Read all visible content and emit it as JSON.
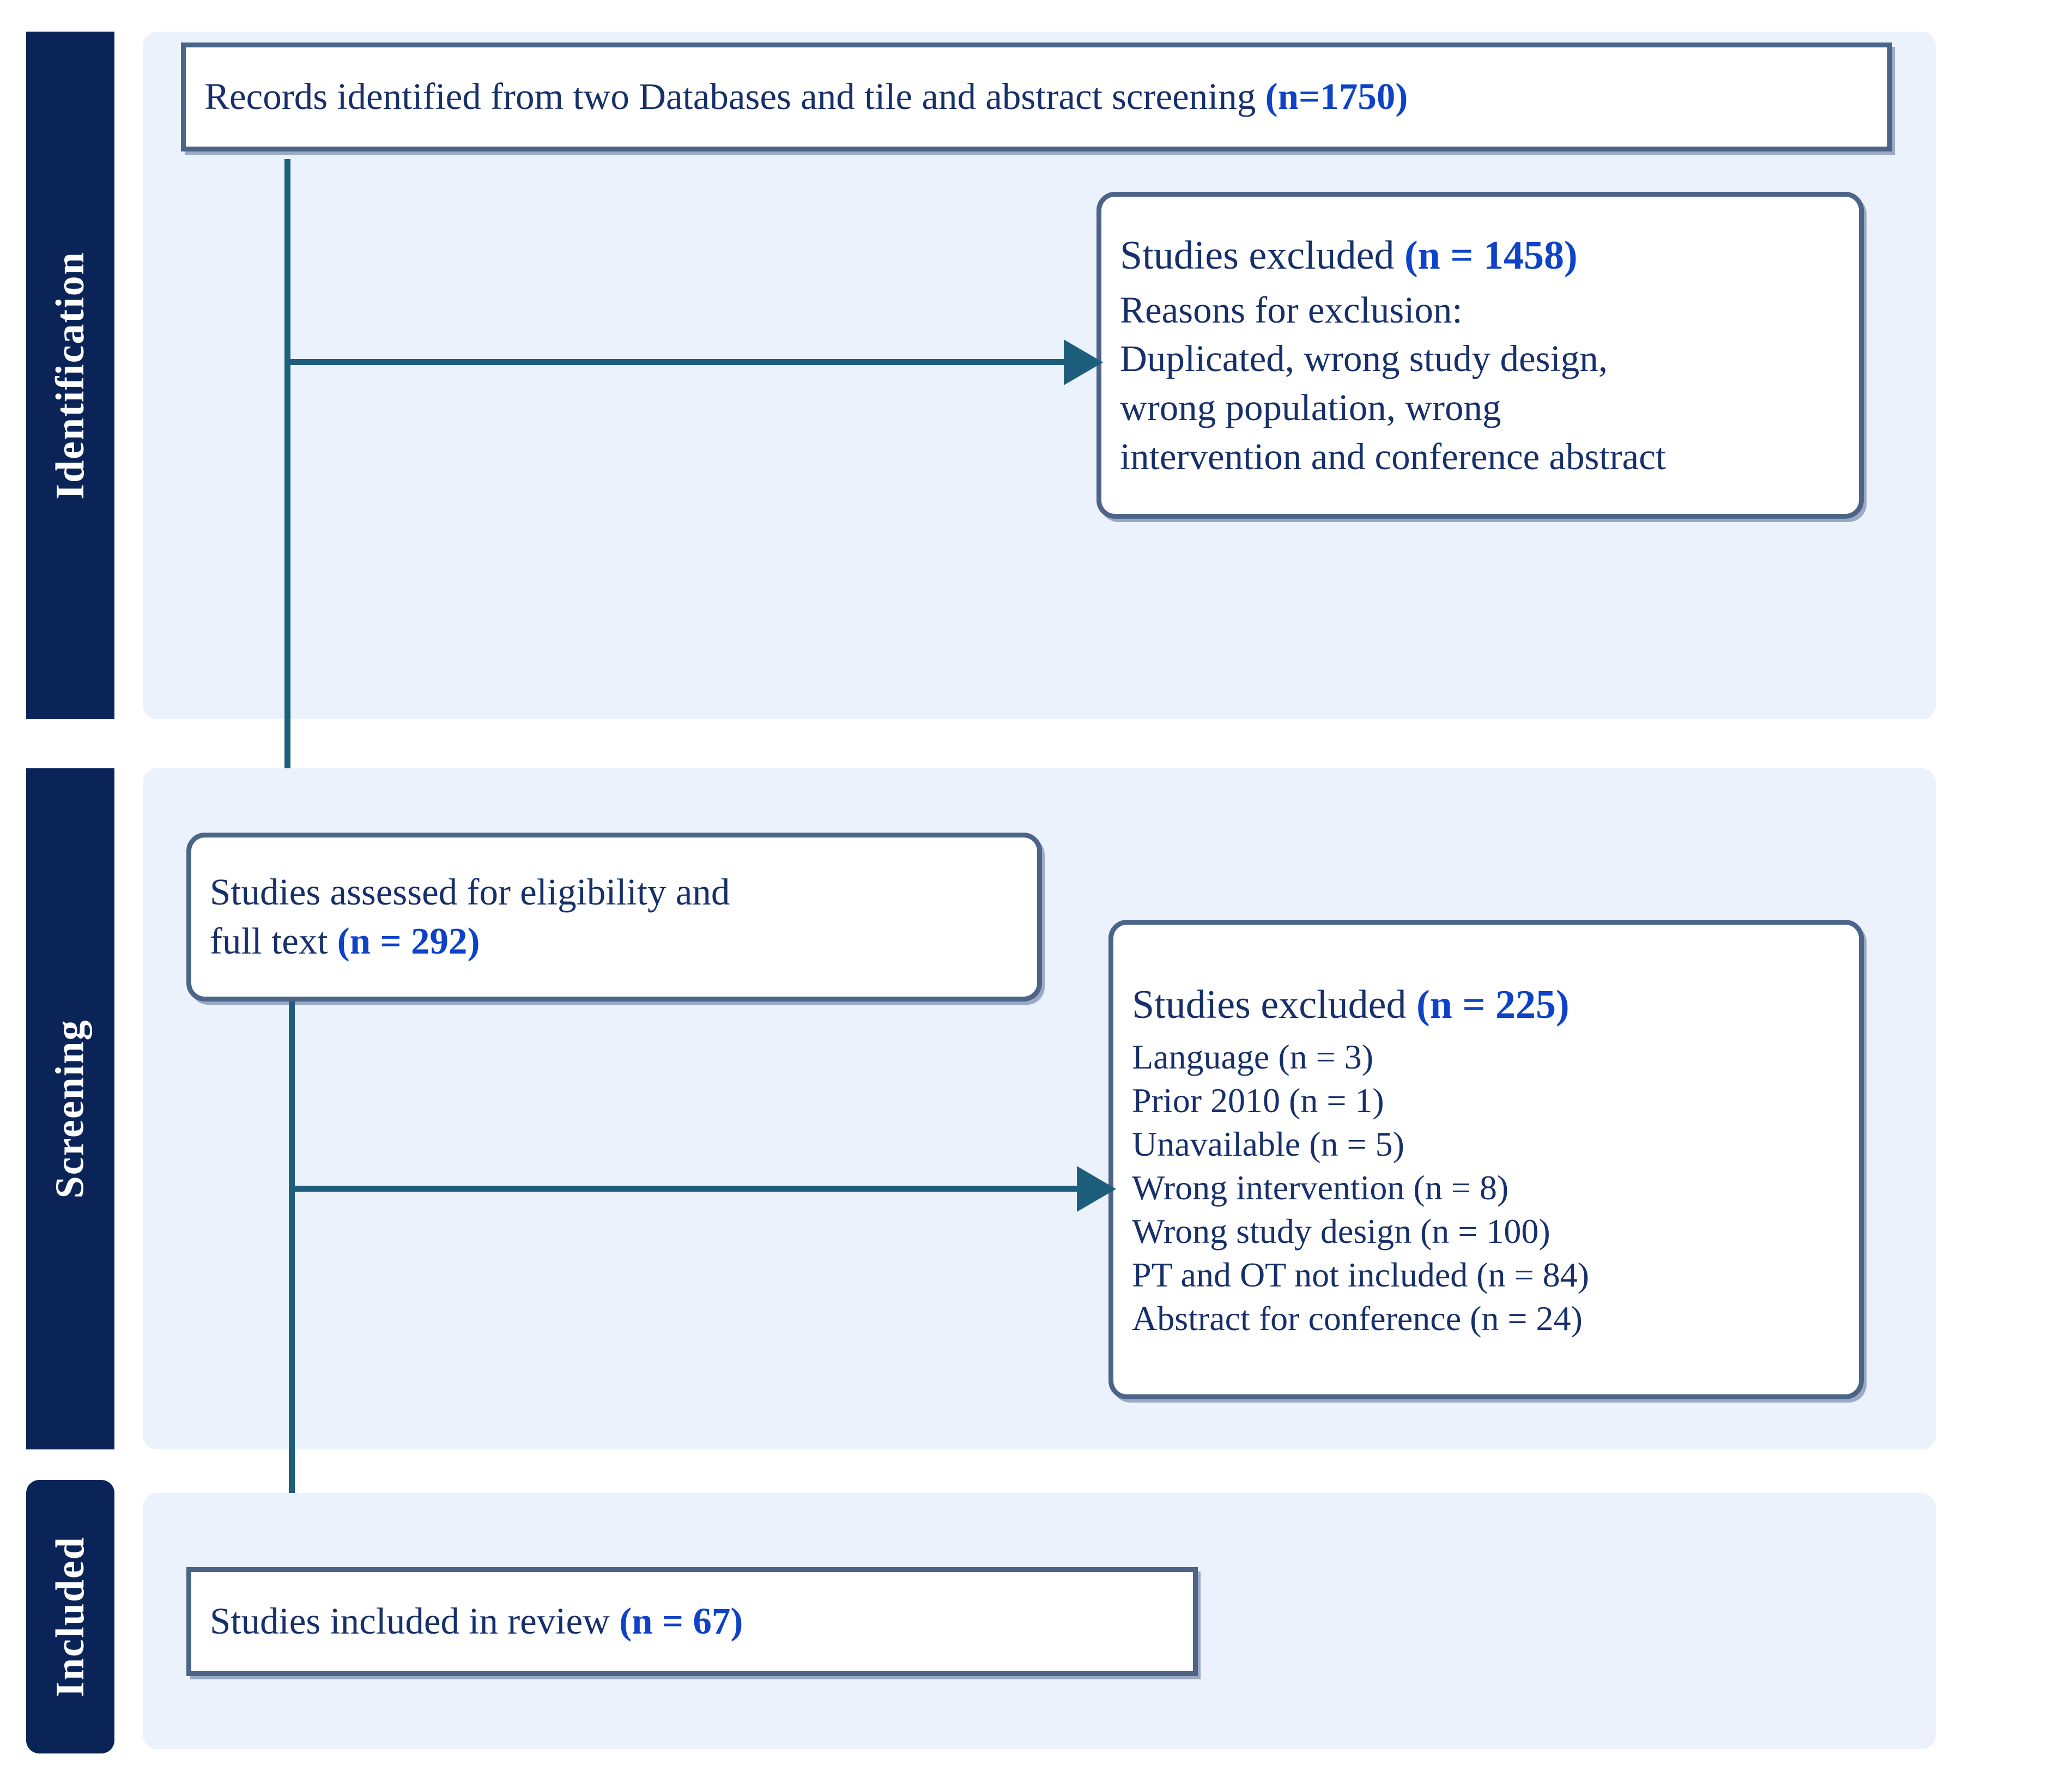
{
  "diagram": {
    "title": "PRISMA study selection flow diagram",
    "colors": {
      "phase_bar": "#0A2458",
      "phase_panel": "#EBF2FC",
      "box_border": "#4B6488",
      "box_fill": "#FFFFFF",
      "body_text": "#17306B",
      "count_text": "#0E43C8",
      "connector": "#1D5E7C"
    },
    "phases": [
      {
        "id": "identification",
        "label": "Identification"
      },
      {
        "id": "screening",
        "label": "Screening"
      },
      {
        "id": "included",
        "label": "Included"
      }
    ],
    "boxes": {
      "records_identified": {
        "text": "Records identified from two Databases and tile and abstract screening ",
        "count": "(n=1750)"
      },
      "excluded_identification": {
        "heading": "Studies excluded ",
        "heading_count": "(n = 1458)",
        "lines": [
          "Reasons for exclusion:",
          "Duplicated, wrong study design,",
          "wrong population, wrong",
          "intervention and conference abstract"
        ]
      },
      "assessed_eligibility": {
        "line1": "Studies assessed for eligibility and",
        "line2": "full text ",
        "count": "(n = 292)"
      },
      "excluded_screening": {
        "heading": "Studies excluded ",
        "heading_count": "(n = 225)",
        "reasons": [
          "Language (n = 3)",
          "Prior 2010 (n = 1)",
          "Unavailable (n = 5)",
          "Wrong intervention (n = 8)",
          "Wrong study design (n = 100)",
          "PT and OT not included (n = 84)",
          "Abstract for conference (n = 24)"
        ]
      },
      "studies_included": {
        "text": "Studies included in review ",
        "count": "(n = 67)"
      }
    }
  },
  "chart_data": {
    "type": "diagram",
    "title": "PRISMA flow diagram",
    "nodes": [
      {
        "id": "records_identified",
        "phase": "Identification",
        "label": "Records identified from two Databases and tile and abstract screening",
        "n": 1750
      },
      {
        "id": "excluded_identification",
        "phase": "Identification",
        "label": "Studies excluded",
        "n": 1458,
        "reasons_text": "Reasons for exclusion: Duplicated, wrong study design, wrong population, wrong intervention and conference abstract"
      },
      {
        "id": "assessed_eligibility",
        "phase": "Screening",
        "label": "Studies assessed for eligibility and full text",
        "n": 292
      },
      {
        "id": "excluded_screening",
        "phase": "Screening",
        "label": "Studies excluded",
        "n": 225,
        "breakdown": [
          {
            "reason": "Language",
            "n": 3
          },
          {
            "reason": "Prior 2010",
            "n": 1
          },
          {
            "reason": "Unavailable",
            "n": 5
          },
          {
            "reason": "Wrong intervention",
            "n": 8
          },
          {
            "reason": "Wrong study design",
            "n": 100
          },
          {
            "reason": "PT and OT not included",
            "n": 84
          },
          {
            "reason": "Abstract for conference",
            "n": 24
          }
        ]
      },
      {
        "id": "studies_included",
        "phase": "Included",
        "label": "Studies included in review",
        "n": 67
      }
    ],
    "edges": [
      {
        "from": "records_identified",
        "to": "excluded_identification",
        "direction": "right"
      },
      {
        "from": "records_identified",
        "to": "assessed_eligibility",
        "direction": "down"
      },
      {
        "from": "assessed_eligibility",
        "to": "excluded_screening",
        "direction": "right"
      },
      {
        "from": "assessed_eligibility",
        "to": "studies_included",
        "direction": "down"
      }
    ]
  }
}
